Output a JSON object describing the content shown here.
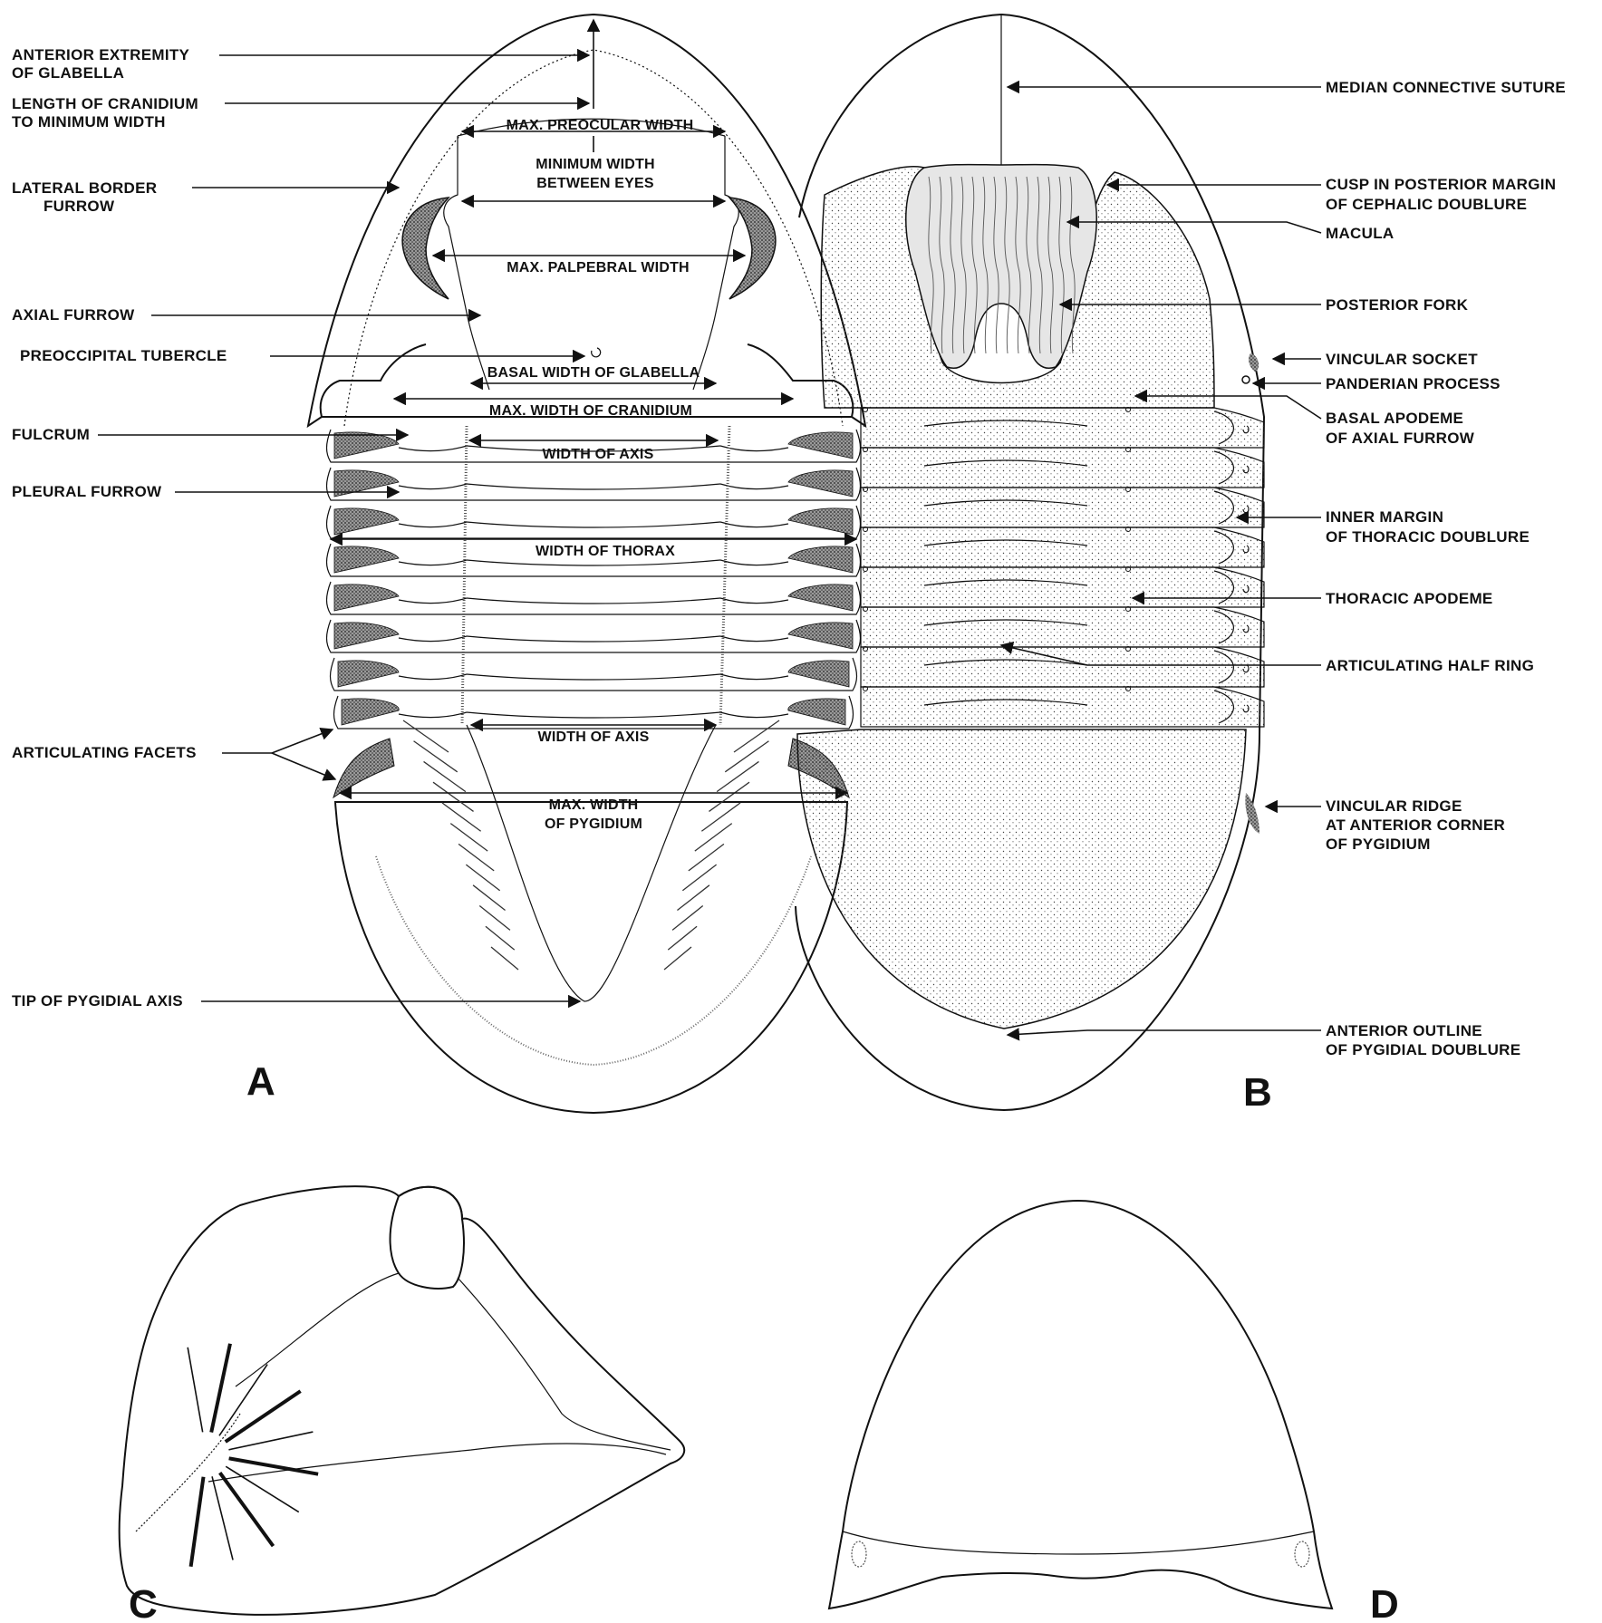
{
  "panels": [
    "A",
    "B",
    "C",
    "D"
  ],
  "panel_a": {
    "left_labels": [
      {
        "lines": [
          "ANTERIOR EXTREMITY",
          "OF GLABELLA"
        ]
      },
      {
        "lines": [
          "LENGTH OF CRANIDIUM",
          "TO MINIMUM WIDTH"
        ]
      },
      {
        "lines": [
          "LATERAL  BORDER",
          "FURROW"
        ]
      },
      {
        "lines": [
          "AXIAL FURROW"
        ]
      },
      {
        "lines": [
          "PREOCCIPITAL TUBERCLE"
        ]
      },
      {
        "lines": [
          "FULCRUM"
        ]
      },
      {
        "lines": [
          "PLEURAL FURROW"
        ]
      },
      {
        "lines": [
          "ARTICULATING FACETS"
        ]
      },
      {
        "lines": [
          "TIP OF PYGIDIAL AXIS"
        ]
      }
    ],
    "measurements": [
      {
        "lines": [
          "MAX. PREOCULAR WIDTH"
        ]
      },
      {
        "lines": [
          "MINIMUM WIDTH",
          "BETWEEN EYES"
        ]
      },
      {
        "lines": [
          "MAX. PALPEBRAL WIDTH"
        ]
      },
      {
        "lines": [
          "BASAL WIDTH OF GLABELLA"
        ]
      },
      {
        "lines": [
          "MAX. WIDTH OF CRANIDIUM"
        ]
      },
      {
        "lines": [
          "WIDTH OF AXIS"
        ]
      },
      {
        "lines": [
          "WIDTH OF THORAX"
        ]
      },
      {
        "lines": [
          "WIDTH OF AXIS"
        ]
      },
      {
        "lines": [
          "MAX. WIDTH",
          "OF PYGIDIUM"
        ]
      }
    ]
  },
  "panel_b": {
    "right_labels": [
      {
        "lines": [
          "MEDIAN CONNECTIVE SUTURE"
        ]
      },
      {
        "lines": [
          "CUSP IN POSTERIOR MARGIN",
          "OF CEPHALIC DOUBLURE"
        ]
      },
      {
        "lines": [
          "MACULA"
        ]
      },
      {
        "lines": [
          "POSTERIOR FORK"
        ]
      },
      {
        "lines": [
          "VINCULAR SOCKET"
        ]
      },
      {
        "lines": [
          "PANDERIAN PROCESS"
        ]
      },
      {
        "lines": [
          "BASAL APODEME",
          "OF AXIAL FURROW"
        ]
      },
      {
        "lines": [
          "INNER MARGIN",
          "OF THORACIC DOUBLURE"
        ]
      },
      {
        "lines": [
          "THORACIC APODEME"
        ]
      },
      {
        "lines": [
          "ARTICULATING HALF RING"
        ]
      },
      {
        "lines": [
          "VINCULAR RIDGE",
          "AT ANTERIOR CORNER",
          "OF PYGIDIUM"
        ]
      },
      {
        "lines": [
          "ANTERIOR OUTLINE",
          "OF PYGIDIAL DOUBLURE"
        ]
      }
    ]
  }
}
